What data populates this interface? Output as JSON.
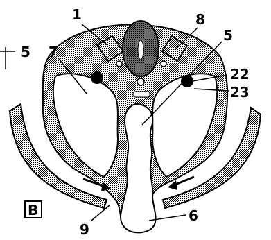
{
  "labels": {
    "l1": "1",
    "l8": "8",
    "l5_top": "5",
    "l5_left": "5",
    "l7": "7",
    "l22": "22",
    "l23": "23",
    "l6": "6",
    "l9": "9",
    "panel": "B"
  }
}
